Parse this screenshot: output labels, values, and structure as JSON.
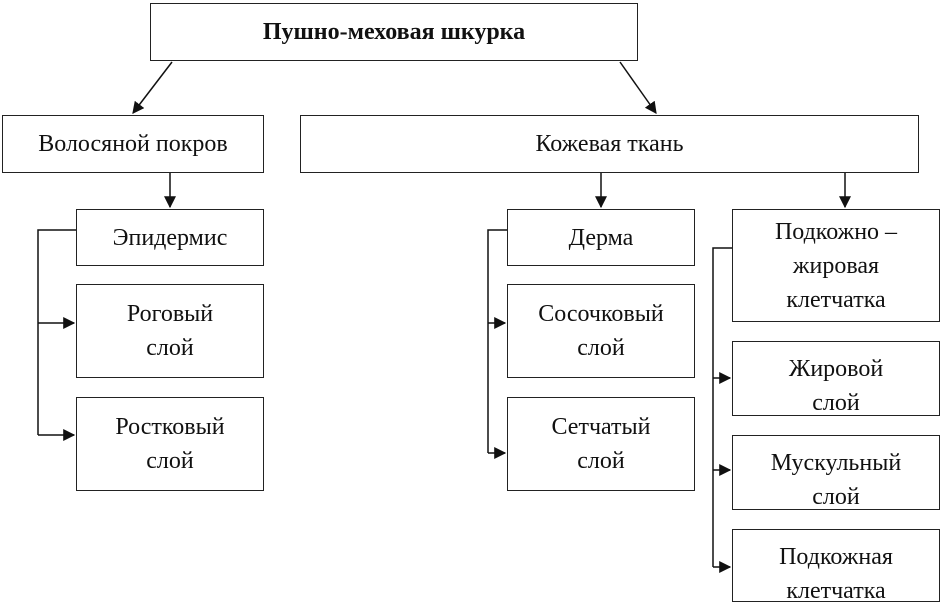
{
  "nodes": {
    "root": "Пушно-меховая шкурка",
    "hair_cover": "Волосяной покров",
    "skin_tissue": "Кожевая ткань",
    "epidermis": "Эпидермис",
    "horny_layer": "Роговый\nслой",
    "growth_layer": "Ростковый\nслой",
    "derma": "Дерма",
    "papillary_layer": "Сосочковый\nслой",
    "reticular_layer": "Сетчатый\nслой",
    "subcutaneous_fat": "Подкожно –\nжировая\nклетчатка",
    "fat_layer": "Жировой\nслой",
    "muscle_layer": "Мускульный\nслой",
    "subcutaneous_tissue": "Подкожная\nклетчатка"
  }
}
